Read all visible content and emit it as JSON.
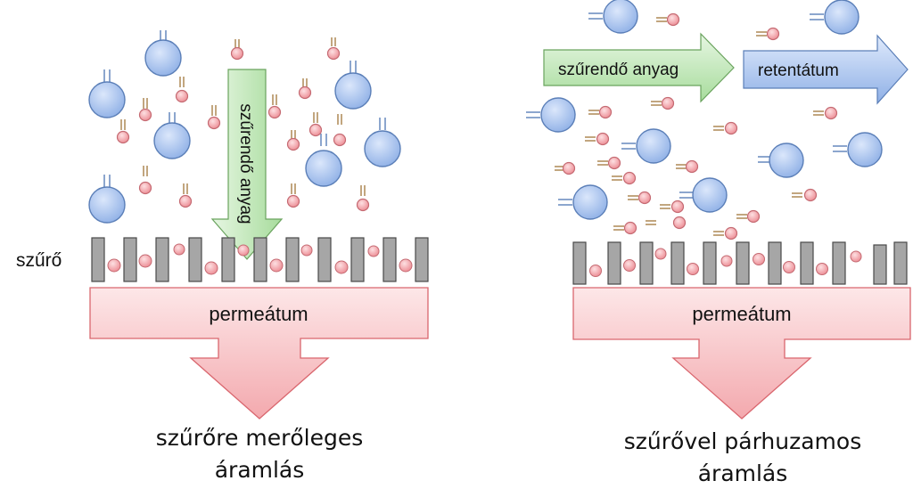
{
  "left_panel": {
    "filter_label": "szűrő",
    "feed_arrow_label": "szűrendő anyag",
    "permeate_label": "permeátum",
    "caption_line1": "szűrőre merőleges",
    "caption_line2": "áramlás"
  },
  "right_panel": {
    "feed_arrow_label": "szűrendő anyag",
    "retentate_label": "retentátum",
    "permeate_label": "permeátum",
    "caption_line1": "szűrővel párhuzamos",
    "caption_line2": "áramlás"
  },
  "colors": {
    "large_particle": "#9fbbe8",
    "small_particle": "#f09aa0",
    "filter_bar": "#a6a6a6",
    "permeate_arrow": "#f6c9cc",
    "feed_arrow": "#c6e9c0",
    "retentate_arrow": "#a9c7ee"
  }
}
